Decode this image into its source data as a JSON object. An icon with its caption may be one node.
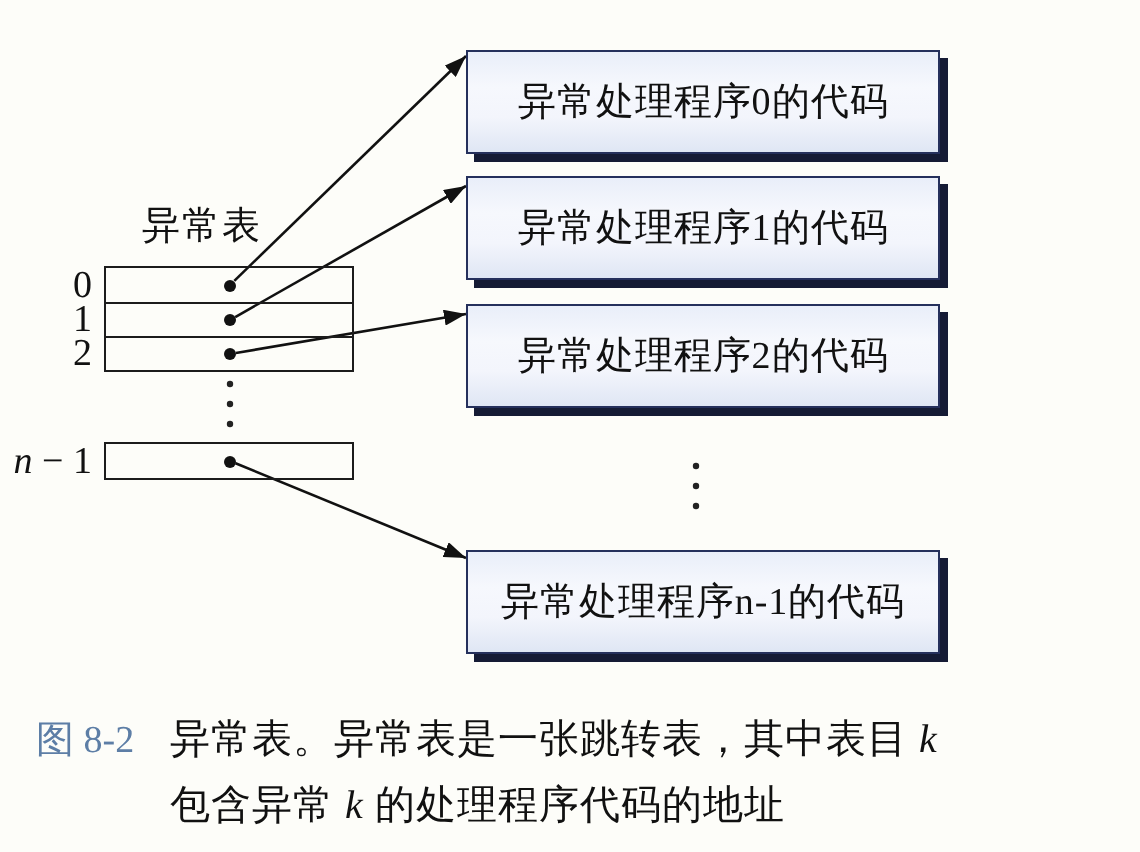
{
  "diagram": {
    "caption": "异常表。异常表是一张跳转表，其中表目 *k* 包含异常 *k* 的处理程序代码的地址",
    "nodes": [
      {
        "text": [
          "异常表"
        ]
      },
      {
        "text": [],
        "shape": "box",
        "in": 0,
        "beside": [
          "0"
        ]
      },
      {
        "text": [],
        "shape": "circle",
        "in": 1
      },
      {
        "text": [],
        "shape": "box",
        "in": 0,
        "beside": [
          "1"
        ]
      },
      {
        "text": [],
        "shape": "circle",
        "in": 3
      },
      {
        "text": [],
        "shape": "box",
        "in": 0,
        "beside": [
          "2"
        ]
      },
      {
        "text": [],
        "shape": "circle",
        "in": 5
      },
      {
        "text": [],
        "shape": "box",
        "beside": [
          "*n* − 1"
        ]
      },
      {
        "text": [],
        "shape": "circle",
        "in": 7
      },
      {
        "text": [
          "异常处理程序0的代码"
        ]
      },
      {
        "text": [
          "异常处理程序1的代码"
        ]
      },
      {
        "text": [
          "异常处理程序2的代码"
        ]
      },
      {
        "text": [
          "异常处理程序n-1的代码"
        ]
      }
    ],
    "edges": [
      {
        "from": 2,
        "to": 9,
        "arrow": "to"
      },
      {
        "from": 4,
        "to": 10,
        "arrow": "to"
      },
      {
        "from": 6,
        "to": 11,
        "arrow": "to"
      },
      {
        "from": 8,
        "to": 12,
        "arrow": "to"
      }
    ],
    "labels": [
      "图 8-2"
    ]
  }
}
